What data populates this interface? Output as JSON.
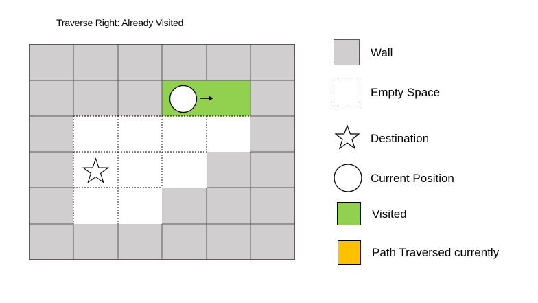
{
  "title": "Traverse Right: Already Visited",
  "colors": {
    "wall": "#d0cece",
    "empty": "#ffffff",
    "visited": "#92d050",
    "path": "#ffc000",
    "grid_line": "#595959"
  },
  "grid": {
    "rows": 6,
    "cols": 6,
    "cells": [
      [
        "wall",
        "wall",
        "wall",
        "wall",
        "wall",
        "wall"
      ],
      [
        "wall",
        "wall",
        "wall",
        "visited",
        "visited",
        "wall"
      ],
      [
        "wall",
        "empty",
        "empty",
        "empty",
        "empty",
        "wall"
      ],
      [
        "wall",
        "empty",
        "empty",
        "empty",
        "wall",
        "wall"
      ],
      [
        "wall",
        "empty",
        "empty",
        "wall",
        "wall",
        "wall"
      ],
      [
        "wall",
        "wall",
        "wall",
        "wall",
        "wall",
        "wall"
      ]
    ],
    "destination": {
      "row": 3,
      "col": 1
    },
    "current_position": {
      "row": 1,
      "col": 3
    },
    "move_direction": "right"
  },
  "legend": [
    {
      "key": "wall",
      "label": "Wall",
      "icon": "wall-swatch"
    },
    {
      "key": "empty",
      "label": "Empty Space",
      "icon": "empty-swatch"
    },
    {
      "key": "destination",
      "label": "Destination",
      "icon": "star-icon"
    },
    {
      "key": "current",
      "label": "Current Position",
      "icon": "circle-icon"
    },
    {
      "key": "visited",
      "label": "Visited",
      "icon": "visited-swatch"
    },
    {
      "key": "path",
      "label": "Path Traversed currently",
      "icon": "path-swatch"
    }
  ]
}
